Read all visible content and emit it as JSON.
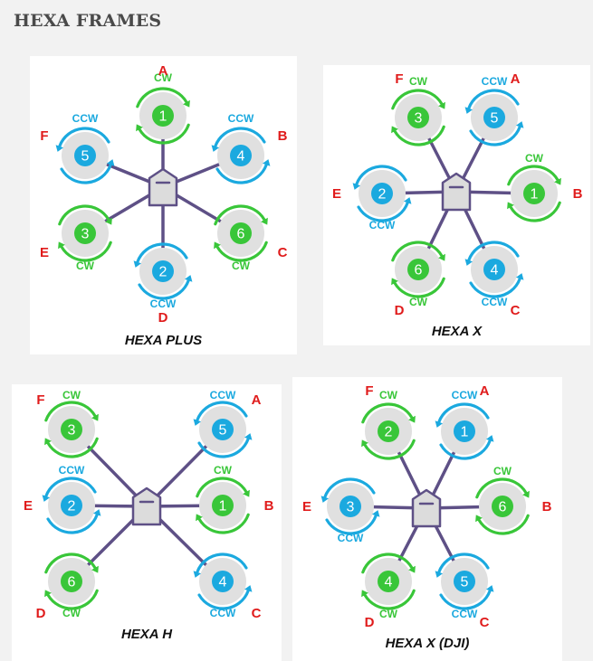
{
  "page": {
    "title": "HEXA FRAMES"
  },
  "colors": {
    "cw": "#39c639",
    "ccw": "#1ba9df",
    "letter": "#e01b1b",
    "arm": "#5e5086",
    "body_fill": "#dcdcdc",
    "prop_disc": "#e0e0e0"
  },
  "frames": [
    {
      "id": "hexa-plus",
      "caption": "HEXA PLUS",
      "motors": [
        {
          "number": "1",
          "letter": "A",
          "rotation": "CW"
        },
        {
          "number": "4",
          "letter": "B",
          "rotation": "CCW"
        },
        {
          "number": "6",
          "letter": "C",
          "rotation": "CW"
        },
        {
          "number": "2",
          "letter": "D",
          "rotation": "CCW"
        },
        {
          "number": "3",
          "letter": "E",
          "rotation": "CW"
        },
        {
          "number": "5",
          "letter": "F",
          "rotation": "CCW"
        }
      ]
    },
    {
      "id": "hexa-x",
      "caption": "HEXA X",
      "motors": [
        {
          "number": "5",
          "letter": "A",
          "rotation": "CCW"
        },
        {
          "number": "1",
          "letter": "B",
          "rotation": "CW"
        },
        {
          "number": "4",
          "letter": "C",
          "rotation": "CCW"
        },
        {
          "number": "6",
          "letter": "D",
          "rotation": "CW"
        },
        {
          "number": "2",
          "letter": "E",
          "rotation": "CCW"
        },
        {
          "number": "3",
          "letter": "F",
          "rotation": "CW"
        }
      ]
    },
    {
      "id": "hexa-h",
      "caption": "HEXA H",
      "motors": [
        {
          "number": "5",
          "letter": "A",
          "rotation": "CCW"
        },
        {
          "number": "1",
          "letter": "B",
          "rotation": "CW"
        },
        {
          "number": "4",
          "letter": "C",
          "rotation": "CCW"
        },
        {
          "number": "6",
          "letter": "D",
          "rotation": "CW"
        },
        {
          "number": "2",
          "letter": "E",
          "rotation": "CCW"
        },
        {
          "number": "3",
          "letter": "F",
          "rotation": "CW"
        }
      ]
    },
    {
      "id": "hexa-x-dji",
      "caption": "HEXA X (DJI)",
      "motors": [
        {
          "number": "1",
          "letter": "A",
          "rotation": "CCW"
        },
        {
          "number": "6",
          "letter": "B",
          "rotation": "CW"
        },
        {
          "number": "5",
          "letter": "C",
          "rotation": "CCW"
        },
        {
          "number": "4",
          "letter": "D",
          "rotation": "CW"
        },
        {
          "number": "3",
          "letter": "E",
          "rotation": "CCW"
        },
        {
          "number": "2",
          "letter": "F",
          "rotation": "CW"
        }
      ]
    }
  ]
}
